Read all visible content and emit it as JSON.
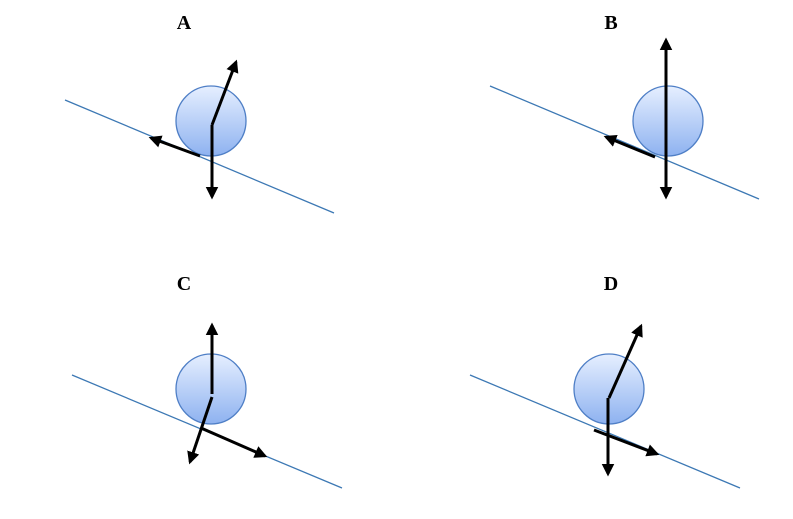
{
  "colors": {
    "slope": "#3c78b4",
    "ball_top": "#e6efff",
    "ball_bottom": "#8eb2f0",
    "ball_outline": "#4f7fc6",
    "arrow": "#000000"
  },
  "panels": [
    {
      "label": "A"
    },
    {
      "label": "B"
    },
    {
      "label": "C"
    },
    {
      "label": "D"
    }
  ]
}
